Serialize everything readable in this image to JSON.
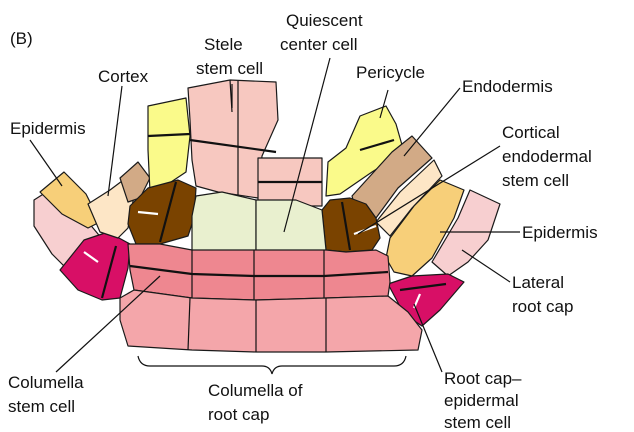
{
  "panel_label": "(B)",
  "labels": {
    "quiescent_line1": "Quiescent",
    "quiescent_line2": "center cell",
    "stele_line1": "Stele",
    "stele_line2": "stem cell",
    "cortex": "Cortex",
    "pericycle": "Pericycle",
    "endodermis": "Endodermis",
    "epidermis_left": "Epidermis",
    "cortical_line1": "Cortical",
    "cortical_line2": "endodermal",
    "cortical_line3": "stem cell",
    "epidermis_right": "Epidermis",
    "lateral_line1": "Lateral",
    "lateral_line2": "root cap",
    "columella_stem_line1": "Columella",
    "columella_stem_line2": "stem cell",
    "columella_cap_line1": "Columella of",
    "columella_cap_line2": "root cap",
    "rootcap_line1": "Root cap–",
    "rootcap_line2": "epidermal",
    "rootcap_line3": "stem cell"
  },
  "colors": {
    "epidermis": "#f7cf79",
    "lateral_root_cap": "#f7cfd0",
    "cortex": "#fde6c6",
    "endodermis": "#d2aa86",
    "pericycle": "#fafa8a",
    "stele": "#f7c8c0",
    "quiescent_center": "#e9f0cf",
    "cortical_endodermal_stem_cell": "#7a4300",
    "columella_stem_cell": "#ee8790",
    "columella": "#f4a6aa",
    "root_cap_epidermal_stem_cell": "#d80f66"
  }
}
